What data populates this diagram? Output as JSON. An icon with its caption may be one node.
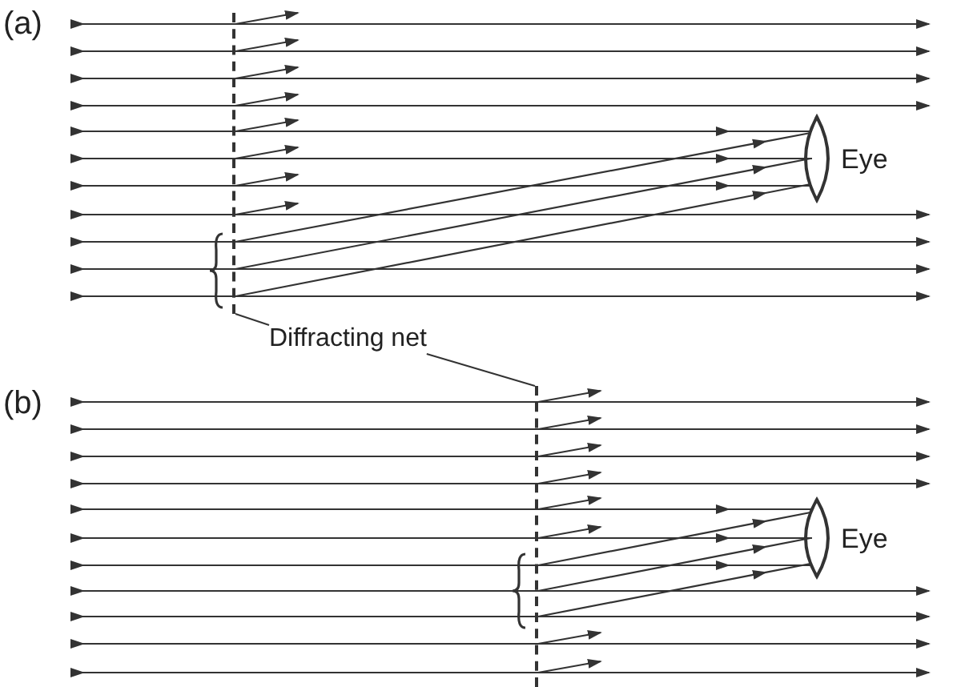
{
  "diagram": {
    "nodes": [
      {
        "text": [
          "Diffracting net"
        ]
      },
      {
        "text": [],
        "shape": "line"
      },
      {
        "text": [],
        "shape": "line"
      }
    ],
    "edges": [
      {
        "from": 0,
        "to": 1,
        "arrow": "none"
      },
      {
        "from": 0,
        "to": 2,
        "arrow": "none"
      }
    ],
    "labels": [
      "(a)",
      "Eye",
      "(b)",
      "Eye"
    ]
  }
}
